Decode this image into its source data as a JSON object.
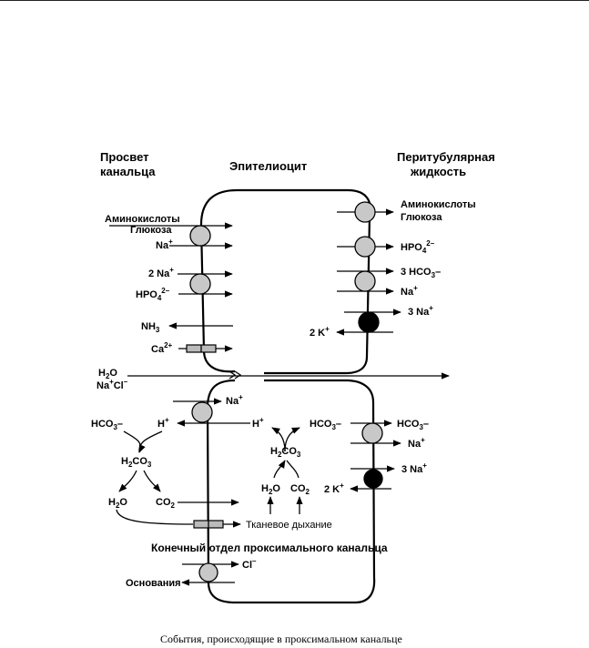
{
  "headers": {
    "lumen": [
      "Просвет",
      "канальца"
    ],
    "cell": "Эпителиоцит",
    "peritubular": [
      "Перитубулярная",
      "жидкость"
    ]
  },
  "upper_cell": {
    "apical": {
      "amino_acids": "Аминокислоты",
      "glucose": "Глюкоза",
      "na": "Na",
      "two_na": "2 Na",
      "hpo4": "HPO",
      "nh3": "NH",
      "ca": "Ca"
    },
    "basolateral": {
      "amino_acids": "Аминокислоты",
      "glucose": "Глюкоза",
      "hpo4": "HPO",
      "three_hco3": "3 HCO",
      "na": "Na",
      "three_na": "3 Na",
      "two_k": "2 K"
    }
  },
  "paracellular": {
    "h2o": "H",
    "nacl_na": "Na",
    "nacl_cl": "Cl"
  },
  "lower_cell": {
    "na_top": "Na",
    "hco3_left": "HCO",
    "h_left": "H",
    "h2co3_left": "H",
    "h2o_left": "H",
    "co2_left": "CO",
    "h_right": "H",
    "hco3_mid": "HCO",
    "h2co3_mid": "H",
    "h2o_mid": "H",
    "co2_mid": "CO",
    "tissue_respiration": "Тканевое дыхание",
    "hco3_baso": "HCO",
    "na_baso": "Na",
    "three_na": "3 Na",
    "two_k": "2 K",
    "section_title": "Конечный отдел проксимального канальца",
    "cl": "Cl",
    "bases": "Основания"
  },
  "caption": "События, происходящие в проксимальном канальце",
  "colors": {
    "transporter_fill": "#c8c8c8",
    "pump_fill": "#000000",
    "line": "#000000"
  }
}
